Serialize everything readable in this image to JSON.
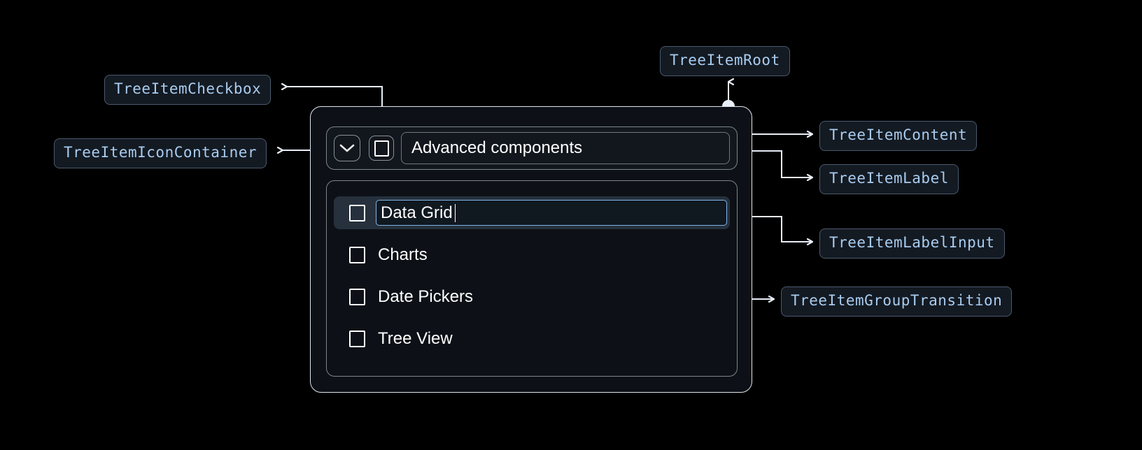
{
  "theme": {
    "page_background": "#000000",
    "chip_background": "#141a22",
    "chip_border": "#4a5a6e",
    "chip_text": "#a8ccf0",
    "connector_color": "#e8eef7",
    "root_border": "#dfe6ee",
    "inner_border": "#7d858e",
    "selected_row_background": "#26313d",
    "input_focus_border": "#7fb6e8",
    "label_text": "#ffffff"
  },
  "annotations": [
    {
      "id": "treeitemcheckbox",
      "label": "TreeItemCheckbox"
    },
    {
      "id": "treeitemiconcontainer",
      "label": "TreeItemIconContainer"
    },
    {
      "id": "treeitemroot",
      "label": "TreeItemRoot"
    },
    {
      "id": "treeitemcontent",
      "label": "TreeItemContent"
    },
    {
      "id": "treeitemlabel",
      "label": "TreeItemLabel"
    },
    {
      "id": "treeitemlabelinput",
      "label": "TreeItemLabelInput"
    },
    {
      "id": "treeitemgrouptransition",
      "label": "TreeItemGroupTransition"
    }
  ],
  "tree": {
    "root_item": {
      "icon": "chevron-down-icon",
      "expanded": true,
      "checkbox_checked": false,
      "label": "Advanced components"
    },
    "children": [
      {
        "label": "Data Grid",
        "checked": false,
        "selected": true,
        "editing": true,
        "input_value": "Data Grid"
      },
      {
        "label": "Charts",
        "checked": false,
        "selected": false,
        "editing": false
      },
      {
        "label": "Date Pickers",
        "checked": false,
        "selected": false,
        "editing": false
      },
      {
        "label": "Tree View",
        "checked": false,
        "selected": false,
        "editing": false
      }
    ]
  }
}
